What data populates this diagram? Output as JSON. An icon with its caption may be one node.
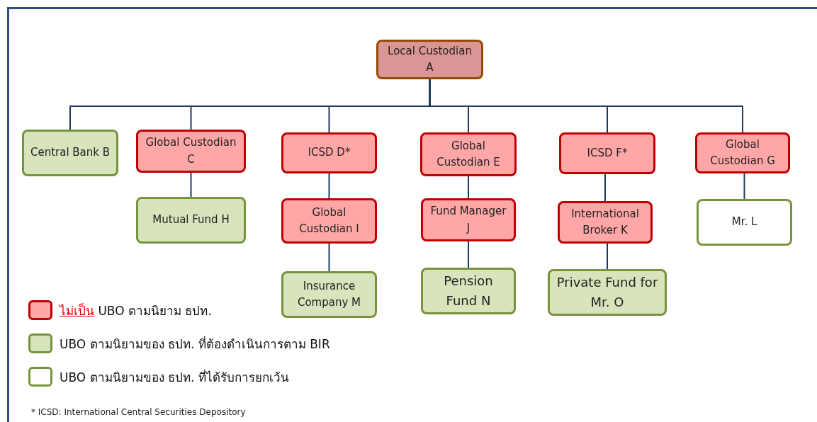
{
  "diagram": {
    "nodes": [
      {
        "text": [
          "Local Custodian A"
        ]
      },
      {
        "text": [
          "Central Bank B"
        ]
      },
      {
        "text": [
          "Global Custodian C"
        ]
      },
      {
        "text": [
          "ICSD D*"
        ]
      },
      {
        "text": [
          "Global Custodian E"
        ]
      },
      {
        "text": [
          "ICSD F*"
        ]
      },
      {
        "text": [
          "Global Custodian G"
        ]
      },
      {
        "text": [
          "Mutual Fund H"
        ]
      },
      {
        "text": [
          "Global Custodian I"
        ]
      },
      {
        "text": [
          "Fund Manager J"
        ]
      },
      {
        "text": [
          "International Broker K"
        ]
      },
      {
        "text": [
          "Mr. L"
        ]
      },
      {
        "text": [
          "Insurance Company M"
        ]
      },
      {
        "text": [
          "Pension Fund N"
        ]
      },
      {
        "text": [
          "Private Fund for Mr. O"
        ]
      }
    ],
    "edges": [
      {
        "from": 0,
        "to": 1,
        "arrow": "none"
      },
      {
        "from": 0,
        "to": 2,
        "arrow": "none"
      },
      {
        "from": 0,
        "to": 3,
        "arrow": "none"
      },
      {
        "from": 0,
        "to": 4,
        "arrow": "none"
      },
      {
        "from": 0,
        "to": 5,
        "arrow": "none"
      },
      {
        "from": 0,
        "to": 6,
        "arrow": "none"
      },
      {
        "from": 2,
        "to": 7,
        "arrow": "none"
      },
      {
        "from": 3,
        "to": 8,
        "arrow": "none"
      },
      {
        "from": 8,
        "to": 12,
        "arrow": "none"
      },
      {
        "from": 4,
        "to": 9,
        "arrow": "none"
      },
      {
        "from": 9,
        "to": 13,
        "arrow": "none"
      },
      {
        "from": 5,
        "to": 10,
        "arrow": "none"
      },
      {
        "from": 10,
        "to": 14,
        "arrow": "none"
      },
      {
        "from": 6,
        "to": 11,
        "arrow": "none"
      }
    ],
    "labels": [
      "* ICSD: International Central Securities Depository"
    ],
    "legend": [
      {
        "text": "**ไม่เป็น** UBO ตามนิยาม ธปท.",
        "color": "#ffa7a7"
      },
      {
        "text": "UBO ตามนิยามของ ธปท. ที่ต้องดำเนินการตาม BIR",
        "color": "#d8e4bc"
      },
      {
        "text": "UBO ตามนิยามของ ธปท. ที่ได้รับการยกเว้น",
        "color": "#ffffff"
      }
    ]
  }
}
